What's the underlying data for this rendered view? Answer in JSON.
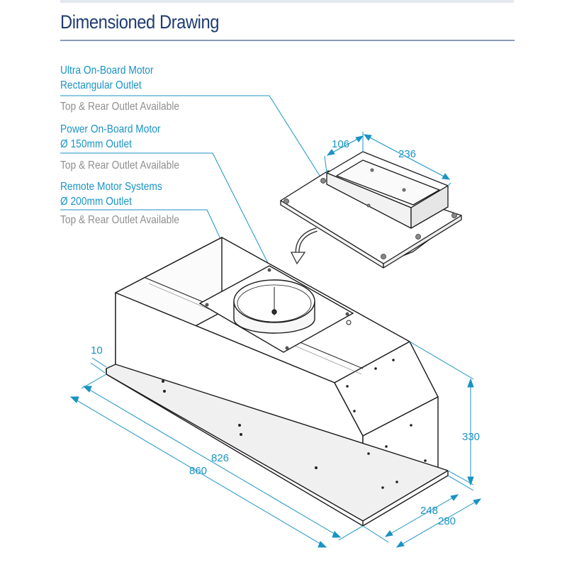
{
  "title": "Dimensioned Drawing",
  "labels": {
    "ultra_line1": "Ultra On-Board Motor",
    "ultra_line2": "Rectangular Outlet",
    "ultra_note": "Top & Rear Outlet Available",
    "power_line1": "Power On-Board Motor",
    "power_line2": "Ø 150mm Outlet",
    "power_note": "Top & Rear Outlet Available",
    "remote_line1": "Remote Motor Systems",
    "remote_line2": "Ø 200mm Outlet",
    "remote_note": "Top & Rear Outlet Available"
  },
  "dimensions": {
    "outlet_width": "106",
    "outlet_length": "236",
    "flange": "10",
    "inner_length": "826",
    "outer_length": "860",
    "height": "330",
    "inner_depth": "248",
    "outer_depth": "280"
  },
  "colors": {
    "title": "#1f3c73",
    "accent": "#1a93c4",
    "note": "#8f8f8f",
    "line": "#1a1a1a"
  }
}
